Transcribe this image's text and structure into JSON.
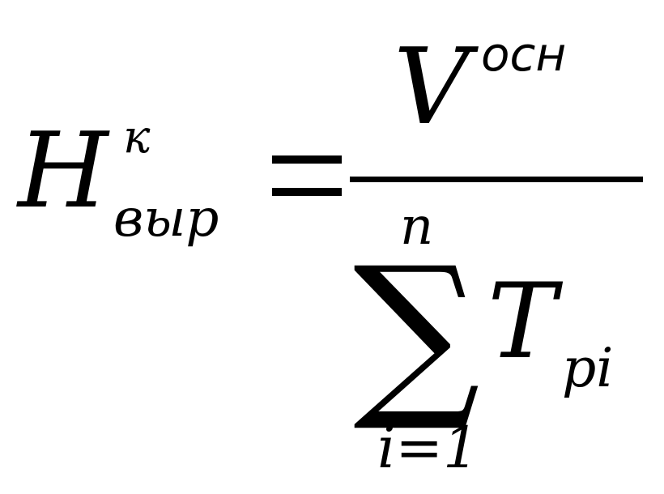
{
  "formula": {
    "lhs": {
      "symbol": "H",
      "superscript": "к",
      "subscript": "выр"
    },
    "equals": "=",
    "numerator": {
      "symbol": "V",
      "superscript": "осн"
    },
    "denominator": {
      "sum_symbol": "∑",
      "upper_limit": "n",
      "lower_limit": "i=1",
      "term": "T",
      "term_subscript": "pi"
    }
  }
}
